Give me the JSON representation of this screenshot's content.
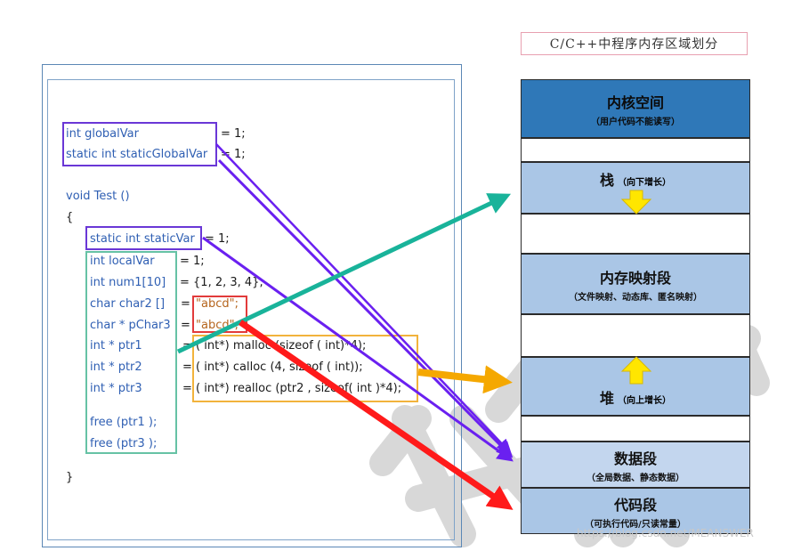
{
  "memory_title": "C/C++中程序内存区域划分",
  "segments": {
    "kernel": {
      "title": "内核空间",
      "subtitle": "（用户代码不能读写）"
    },
    "stack": {
      "title": "栈",
      "subtitle": "（向下增长）"
    },
    "mmap": {
      "title": "内存映射段",
      "subtitle": "（文件映射、动态库、匿名映射）"
    },
    "heap": {
      "title": "堆",
      "subtitle": "（向上增长）"
    },
    "data": {
      "title": "数据段",
      "subtitle": "（全局数据、静态数据）"
    },
    "code": {
      "title": "代码段",
      "subtitle": "（可执行代码/只读常量）"
    }
  },
  "code": {
    "l1a": "int globalVar",
    "l1b": "= 1;",
    "l2a": "static int staticGlobalVar",
    "l2b": "= 1;",
    "l3": "void Test ()",
    "l4": "{",
    "l5a": "static int staticVar",
    "l5b": "= 1;",
    "l6a": "int localVar",
    "l6b": "= 1;",
    "l7a": "int num1[10]",
    "l7b": "= {1, 2, 3, 4};",
    "l8a": "char char2 []",
    "l8b": "=",
    "l8c": "\"abcd\";",
    "l9a": "char * pChar3",
    "l9b": "=",
    "l9c": "\"abcd\";",
    "l10a": "int * ptr1",
    "l10b": "= ( int*) malloc (sizeof ( int)*4);",
    "l11a": "int * ptr2",
    "l11b": "= ( int*) calloc (4, sizeof ( int));",
    "l12a": "int * ptr3",
    "l12b": "= ( int*) realloc (ptr2 , sizeof( int )*4);",
    "l13": "free (ptr1 );",
    "l14": "free (ptr3 );",
    "l15": "}"
  },
  "watermark": "https://blog.csdn.net/MEANSWER",
  "colors": {
    "kernel": "#2f78b8",
    "segment_light": "#aac6e6",
    "purple_arrow": "#6a20f0",
    "teal_arrow": "#19b39a",
    "orange_arrow": "#f5a800",
    "red_arrow": "#ff1a1a",
    "yellow_arrow": "#ffe600"
  }
}
